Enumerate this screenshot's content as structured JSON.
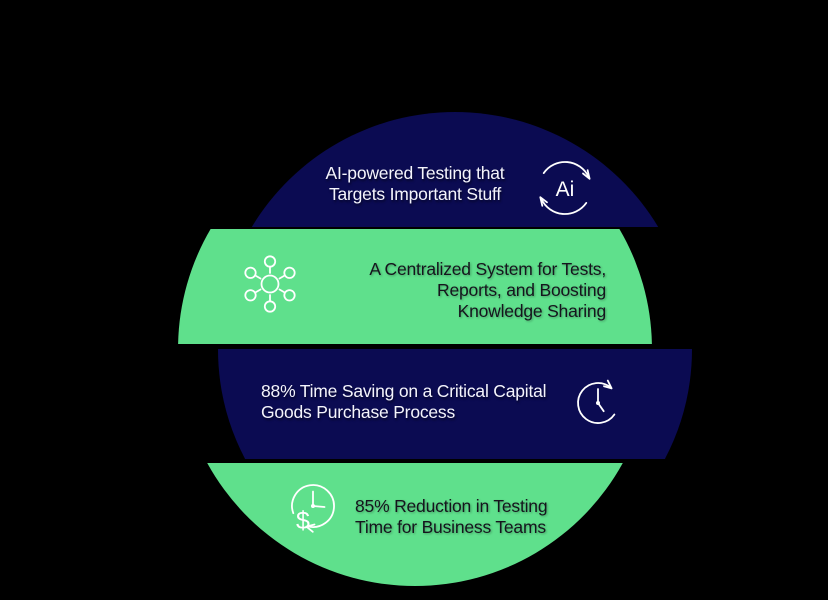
{
  "colors": {
    "background": "#000000",
    "navy": "#0b0b52",
    "green": "#5fe08c",
    "light_text": "#f4f4fc",
    "dark_text": "#15151d",
    "icon_stroke": "#ffffff"
  },
  "infographic": {
    "bands": [
      {
        "id": "ai-testing",
        "bg": "navy",
        "lines": [
          "AI-powered Testing that",
          "Targets Important Stuff"
        ],
        "icon": "ai-cycle-icon",
        "icon_label": "Ai"
      },
      {
        "id": "centralized-system",
        "bg": "green",
        "lines": [
          "A Centralized System for Tests,",
          "Reports, and Boosting",
          "Knowledge Sharing"
        ],
        "icon": "network-hub-icon"
      },
      {
        "id": "time-saving",
        "bg": "navy",
        "lines": [
          "88% Time Saving on a Critical Capital",
          "Goods Purchase Process"
        ],
        "icon": "clock-cycle-icon"
      },
      {
        "id": "testing-reduction",
        "bg": "green",
        "lines": [
          "85% Reduction in Testing",
          "Time for Business Teams"
        ],
        "icon": "money-time-icon",
        "icon_label": "$"
      }
    ]
  }
}
